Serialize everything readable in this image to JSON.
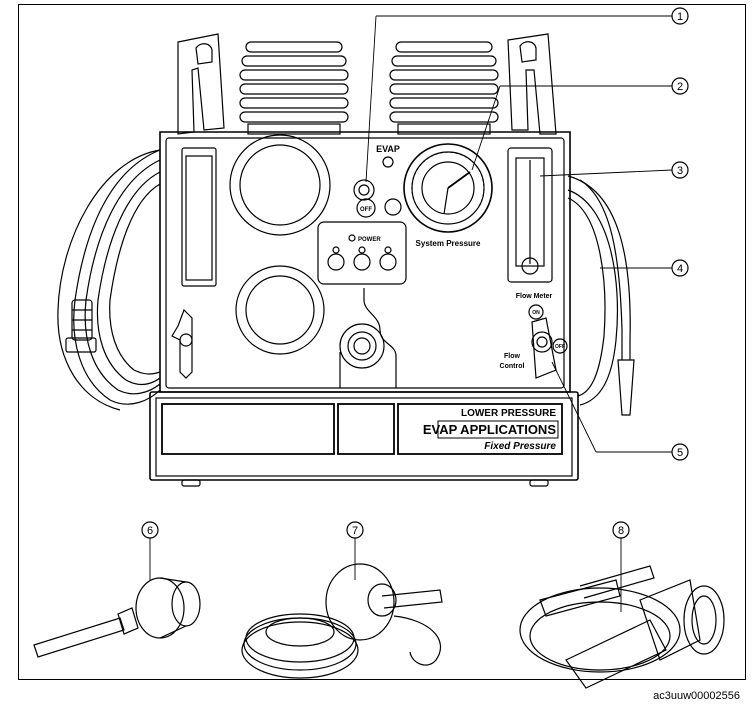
{
  "device": {
    "evap_label": "EVAP",
    "off_label": "OFF",
    "power_label": "POWER",
    "gauge_label": "System Pressure",
    "flow_meter_label": "Flow Meter",
    "flow_control_line1": "Flow",
    "flow_control_line2": "Control",
    "valve_on": "ON",
    "valve_off": "OFF",
    "panel_line1": "LOWER PRESSURE",
    "panel_line2": "EVAP APPLICATIONS",
    "panel_line3": "Fixed Pressure"
  },
  "callouts": [
    "1",
    "2",
    "3",
    "4",
    "5",
    "6",
    "7",
    "8"
  ],
  "image_id": "ac3uuw00002556"
}
